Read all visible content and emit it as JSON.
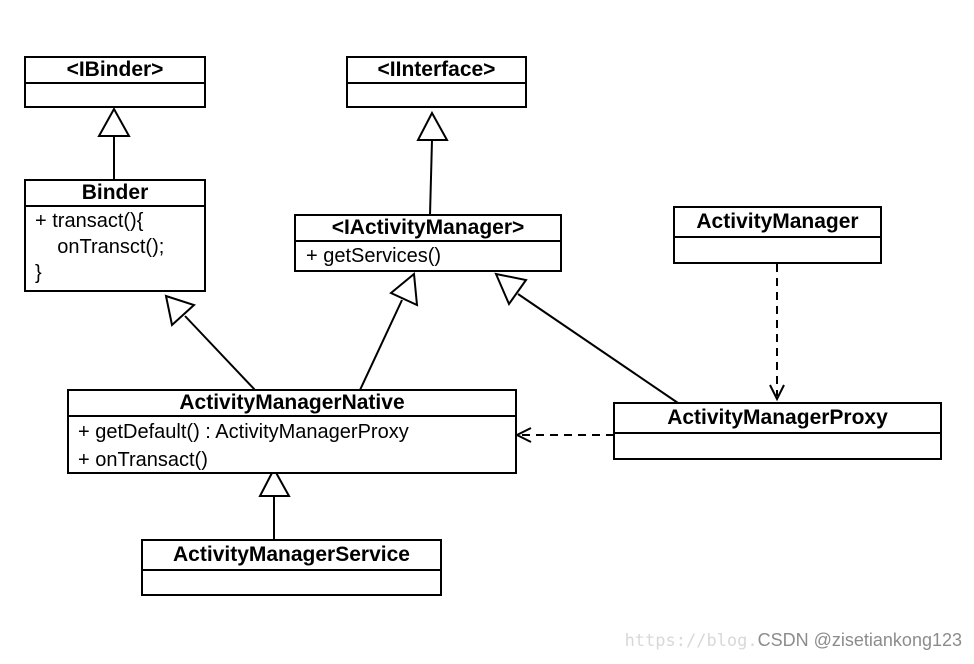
{
  "classes": {
    "ibinder": {
      "name": "<IBinder>",
      "members": ""
    },
    "iinterface": {
      "name": "<IInterface>",
      "members": ""
    },
    "binder": {
      "name": "Binder",
      "members": "+ transact(){\n    onTransct();\n}"
    },
    "iactivitymanager": {
      "name": "<IActivityManager>",
      "members": "+ getServices()"
    },
    "activitymanager": {
      "name": "ActivityManager",
      "members": ""
    },
    "activitymanagernative": {
      "name": "ActivityManagerNative",
      "members": "+ getDefault() : ActivityManagerProxy\n+ onTransact()"
    },
    "activitymanagerproxy": {
      "name": "ActivityManagerProxy",
      "members": ""
    },
    "activitymanagerservice": {
      "name": "ActivityManagerService",
      "members": ""
    }
  },
  "relations": [
    {
      "from": "Binder",
      "to": "<IBinder>",
      "type": "inheritance"
    },
    {
      "from": "<IActivityManager>",
      "to": "<IInterface>",
      "type": "inheritance"
    },
    {
      "from": "ActivityManagerNative",
      "to": "Binder",
      "type": "inheritance"
    },
    {
      "from": "ActivityManagerNative",
      "to": "<IActivityManager>",
      "type": "inheritance"
    },
    {
      "from": "ActivityManagerProxy",
      "to": "<IActivityManager>",
      "type": "inheritance"
    },
    {
      "from": "ActivityManager",
      "to": "ActivityManagerProxy",
      "type": "dependency"
    },
    {
      "from": "ActivityManagerProxy",
      "to": "ActivityManagerNative",
      "type": "dependency"
    },
    {
      "from": "ActivityManagerService",
      "to": "ActivityManagerNative",
      "type": "inheritance"
    }
  ],
  "watermark": {
    "url": "https://blog.",
    "text": "CSDN @zisetiankong123"
  }
}
